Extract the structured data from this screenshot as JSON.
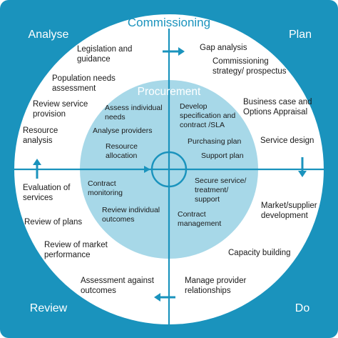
{
  "colors": {
    "frame": "#1a93bd",
    "inner_circle": "#a7d8e8",
    "outer_circle": "#ffffff",
    "text": "#1a1a1a"
  },
  "quadrants": {
    "top_left": "Analyse",
    "top_right": "Plan",
    "bottom_left": "Review",
    "bottom_right": "Do"
  },
  "titles": {
    "outer": "Commissioning",
    "inner": "Procurement"
  },
  "outer_items": {
    "legislation": [
      "Legislation and",
      "guidance"
    ],
    "population": [
      "Population needs",
      "assessment"
    ],
    "review_service": [
      "Review service",
      "provision"
    ],
    "resource_analysis": [
      "Resource",
      "analysis"
    ],
    "gap_analysis": [
      "Gap analysis"
    ],
    "commissioning_strategy": [
      "Commissioning",
      "strategy/ prospectus"
    ],
    "business_case": [
      "Business case and",
      "Options Appraisal"
    ],
    "service_design": [
      "Service design"
    ],
    "evaluation": [
      "Evaluation of",
      "services"
    ],
    "review_plans": [
      "Review of plans"
    ],
    "review_market": [
      "Review of market",
      "performance"
    ],
    "assessment_outcomes": [
      "Assessment against",
      "outcomes"
    ],
    "market_supplier": [
      "Market/supplier",
      "development"
    ],
    "capacity_building": [
      "Capacity building"
    ],
    "manage_provider": [
      "Manage provider",
      "relationships"
    ]
  },
  "inner_items": {
    "assess_needs": [
      "Assess individual",
      "needs"
    ],
    "analyse_providers": [
      "Analyse providers"
    ],
    "resource_allocation": [
      "Resource",
      "allocation"
    ],
    "develop_spec": [
      "Develop",
      "specification and",
      "contract /SLA"
    ],
    "purchasing_plan": [
      "Purchasing plan"
    ],
    "support_plan": [
      "Support plan"
    ],
    "contract_monitoring": [
      "Contract",
      "monitoring"
    ],
    "review_outcomes": [
      "Review individual",
      "outcomes"
    ],
    "secure_service": [
      "Secure service/",
      "treatment/",
      "support"
    ],
    "contract_management": [
      "Contract",
      "management"
    ]
  }
}
